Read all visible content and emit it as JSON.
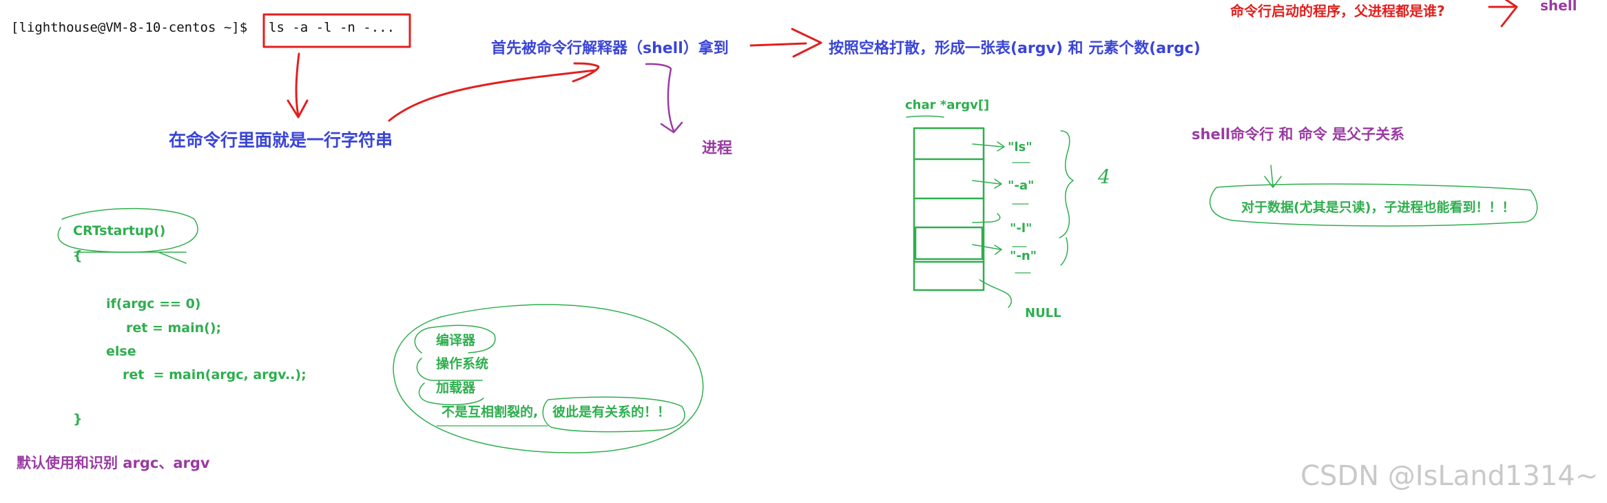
{
  "terminal": {
    "prompt": "[lighthouse@VM-8-10-centos ~]$ ",
    "command": "ls -a -l -n -..."
  },
  "notes": {
    "command_line_string": "在命令行里面就是一行字符串",
    "shell_receives": "首先被命令行解释器（shell）拿到",
    "process": "进程",
    "split_result": "按照空格打散，形成一张表(argv) 和 元素个数(argc)",
    "parent_question": "命令行启动的程序，父进程都是谁?",
    "parent_answer": "shell",
    "parent_child_relation": "shell命令行 和 命令 是父子关系",
    "child_can_see_data": "对于数据(尤其是只读)，子进程也能看到！！！",
    "default_argc_argv": "默认使用和识别 argc、argv"
  },
  "argv_table": {
    "label": "char *argv[]",
    "entries": [
      "\"ls\"",
      "\"-a\"",
      "\"-l\"",
      "\"-n\""
    ],
    "terminator": "NULL",
    "count_note": "4"
  },
  "crt_code": {
    "header": "CRTstartup()",
    "open_brace": "{",
    "lines": [
      "if(argc == 0)",
      "ret = main();",
      "else",
      "ret  = main(argc, argv..);"
    ],
    "close_brace": "}"
  },
  "system_cluster": {
    "items": [
      "编译器",
      "操作系统",
      "加载器"
    ],
    "statement_a": "不是互相割裂的,",
    "statement_b": "彼此是有关系的！！"
  },
  "watermark": "CSDN @IsLand1314~",
  "colors": {
    "blue": "#3a45d6",
    "purple": "#9a3aa3",
    "red": "#e0201e",
    "green": "#2eae4e",
    "terminal_text": "#111111",
    "watermark": "#c9c9c9"
  }
}
